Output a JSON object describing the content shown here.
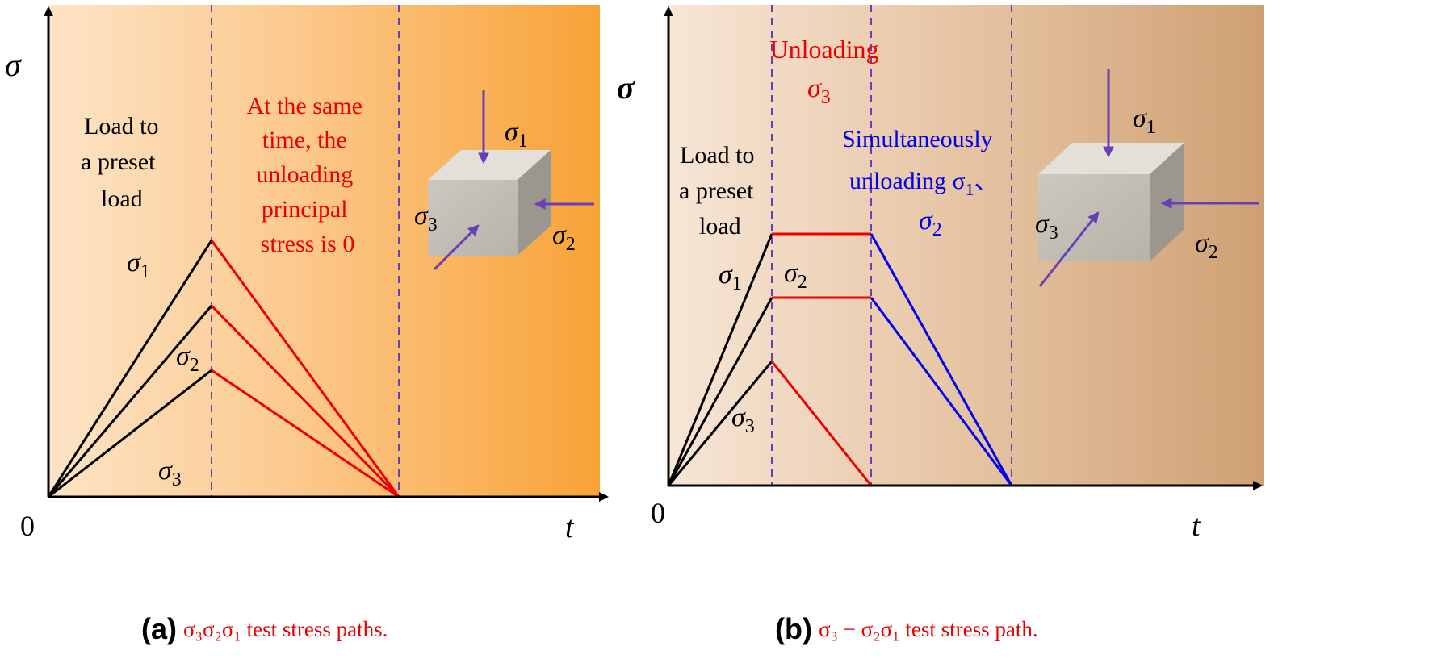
{
  "panel_a": {
    "y_axis": "σ",
    "x_axis": "t",
    "origin": "0",
    "load_text": [
      "Load to",
      "a preset",
      "load"
    ],
    "unload_text": [
      "At the same",
      "time, the",
      "unloading",
      "principal",
      "stress is 0"
    ],
    "curve_labels": {
      "s1": "σ",
      "s1_sub": "1",
      "s2": "σ",
      "s2_sub": "2",
      "s3": "σ",
      "s3_sub": "3"
    },
    "cube_labels": {
      "s1": "σ",
      "s1_sub": "1",
      "s2": "σ",
      "s2_sub": "2",
      "s3": "σ",
      "s3_sub": "3"
    },
    "caption_label": "(a)",
    "caption_text": "σ₃σ₂σ₁ test stress paths."
  },
  "panel_b": {
    "y_axis": "σ",
    "x_axis": "t",
    "origin": "0",
    "unloading_text": "Unloading",
    "unloading_sigma": "σ",
    "unloading_sigma_sub": "3",
    "load_text": [
      "Load to",
      "a preset",
      "load"
    ],
    "simul_text_1": "Simultaneously",
    "simul_text_2": "unloading σ",
    "simul_sub_1": "1",
    "simul_sep": "、",
    "simul_sigma": "σ",
    "simul_sub_2": "2",
    "curve_labels": {
      "s1": "σ",
      "s1_sub": "1",
      "s2": "σ",
      "s2_sub": "2",
      "s3": "σ",
      "s3_sub": "3"
    },
    "cube_labels": {
      "s1": "σ",
      "s1_sub": "1",
      "s2": "σ",
      "s2_sub": "2",
      "s3": "σ",
      "s3_sub": "3"
    },
    "caption_label": "(b)",
    "caption_text": "σ₃ − σ₂σ₁ test stress path."
  },
  "colors": {
    "loading": "#000000",
    "unloading_red": "#ee0000",
    "unloading_blue": "#0000ee",
    "divider": "#6a3fb5",
    "arrow": "#6a3fb5"
  }
}
